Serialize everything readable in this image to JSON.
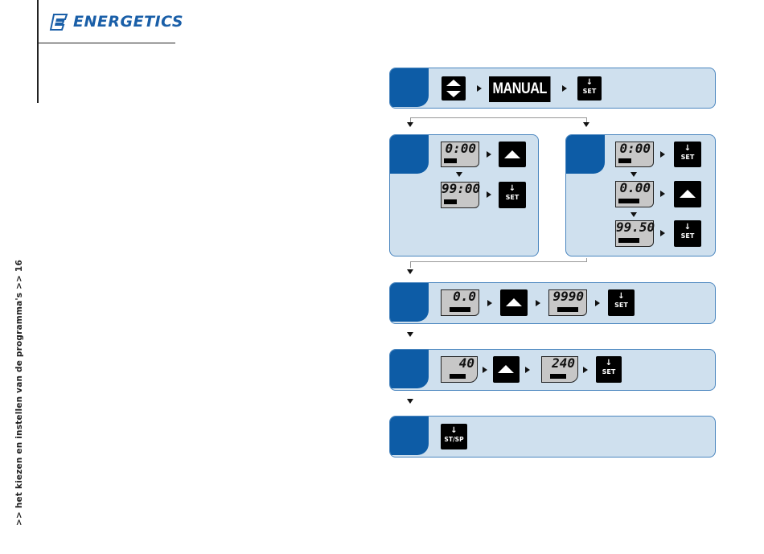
{
  "brand": {
    "name": "ENERGETICS",
    "accent": "#1a5fa8"
  },
  "side_caption": ">> het kiezen en instellen van de programma's >> 16",
  "colors": {
    "panel": "#cfe0ee",
    "tab": "#0d5ca6"
  },
  "step1": {
    "manual_label": "MANUAL",
    "set_label": "SET"
  },
  "step2a": {
    "display1": "0:00",
    "display2": "99:00",
    "set_label": "SET"
  },
  "step2b": {
    "display1": "0:00",
    "display2": "0.00",
    "display3": "99.50",
    "set_label": "SET"
  },
  "step3": {
    "display1": "0.0",
    "display2": "9990",
    "set_label": "SET"
  },
  "step4": {
    "display1": "40",
    "display2": "240",
    "set_label": "SET"
  },
  "step5": {
    "button_label": "ST/SP"
  }
}
